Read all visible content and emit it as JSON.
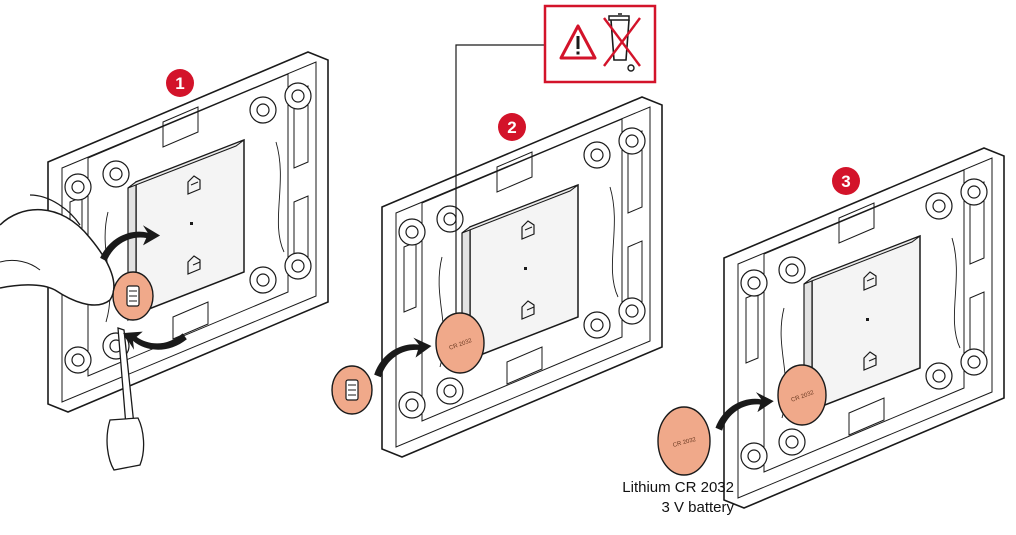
{
  "colors": {
    "accent_red": "#d3132a",
    "battery_fill": "#f0a98a",
    "line": "#1a1a1a",
    "plate_bg": "#ffffff",
    "module_bg": "#f4f4f4"
  },
  "steps": [
    {
      "number": "1"
    },
    {
      "number": "2"
    },
    {
      "number": "3"
    }
  ],
  "warning_panel": {
    "icons": [
      "warning-triangle-icon",
      "crossed-out-bin-icon"
    ]
  },
  "battery": {
    "cell_label": "CR 2032",
    "caption_line1": "Lithium CR 2032",
    "caption_line2": "3 V battery"
  }
}
